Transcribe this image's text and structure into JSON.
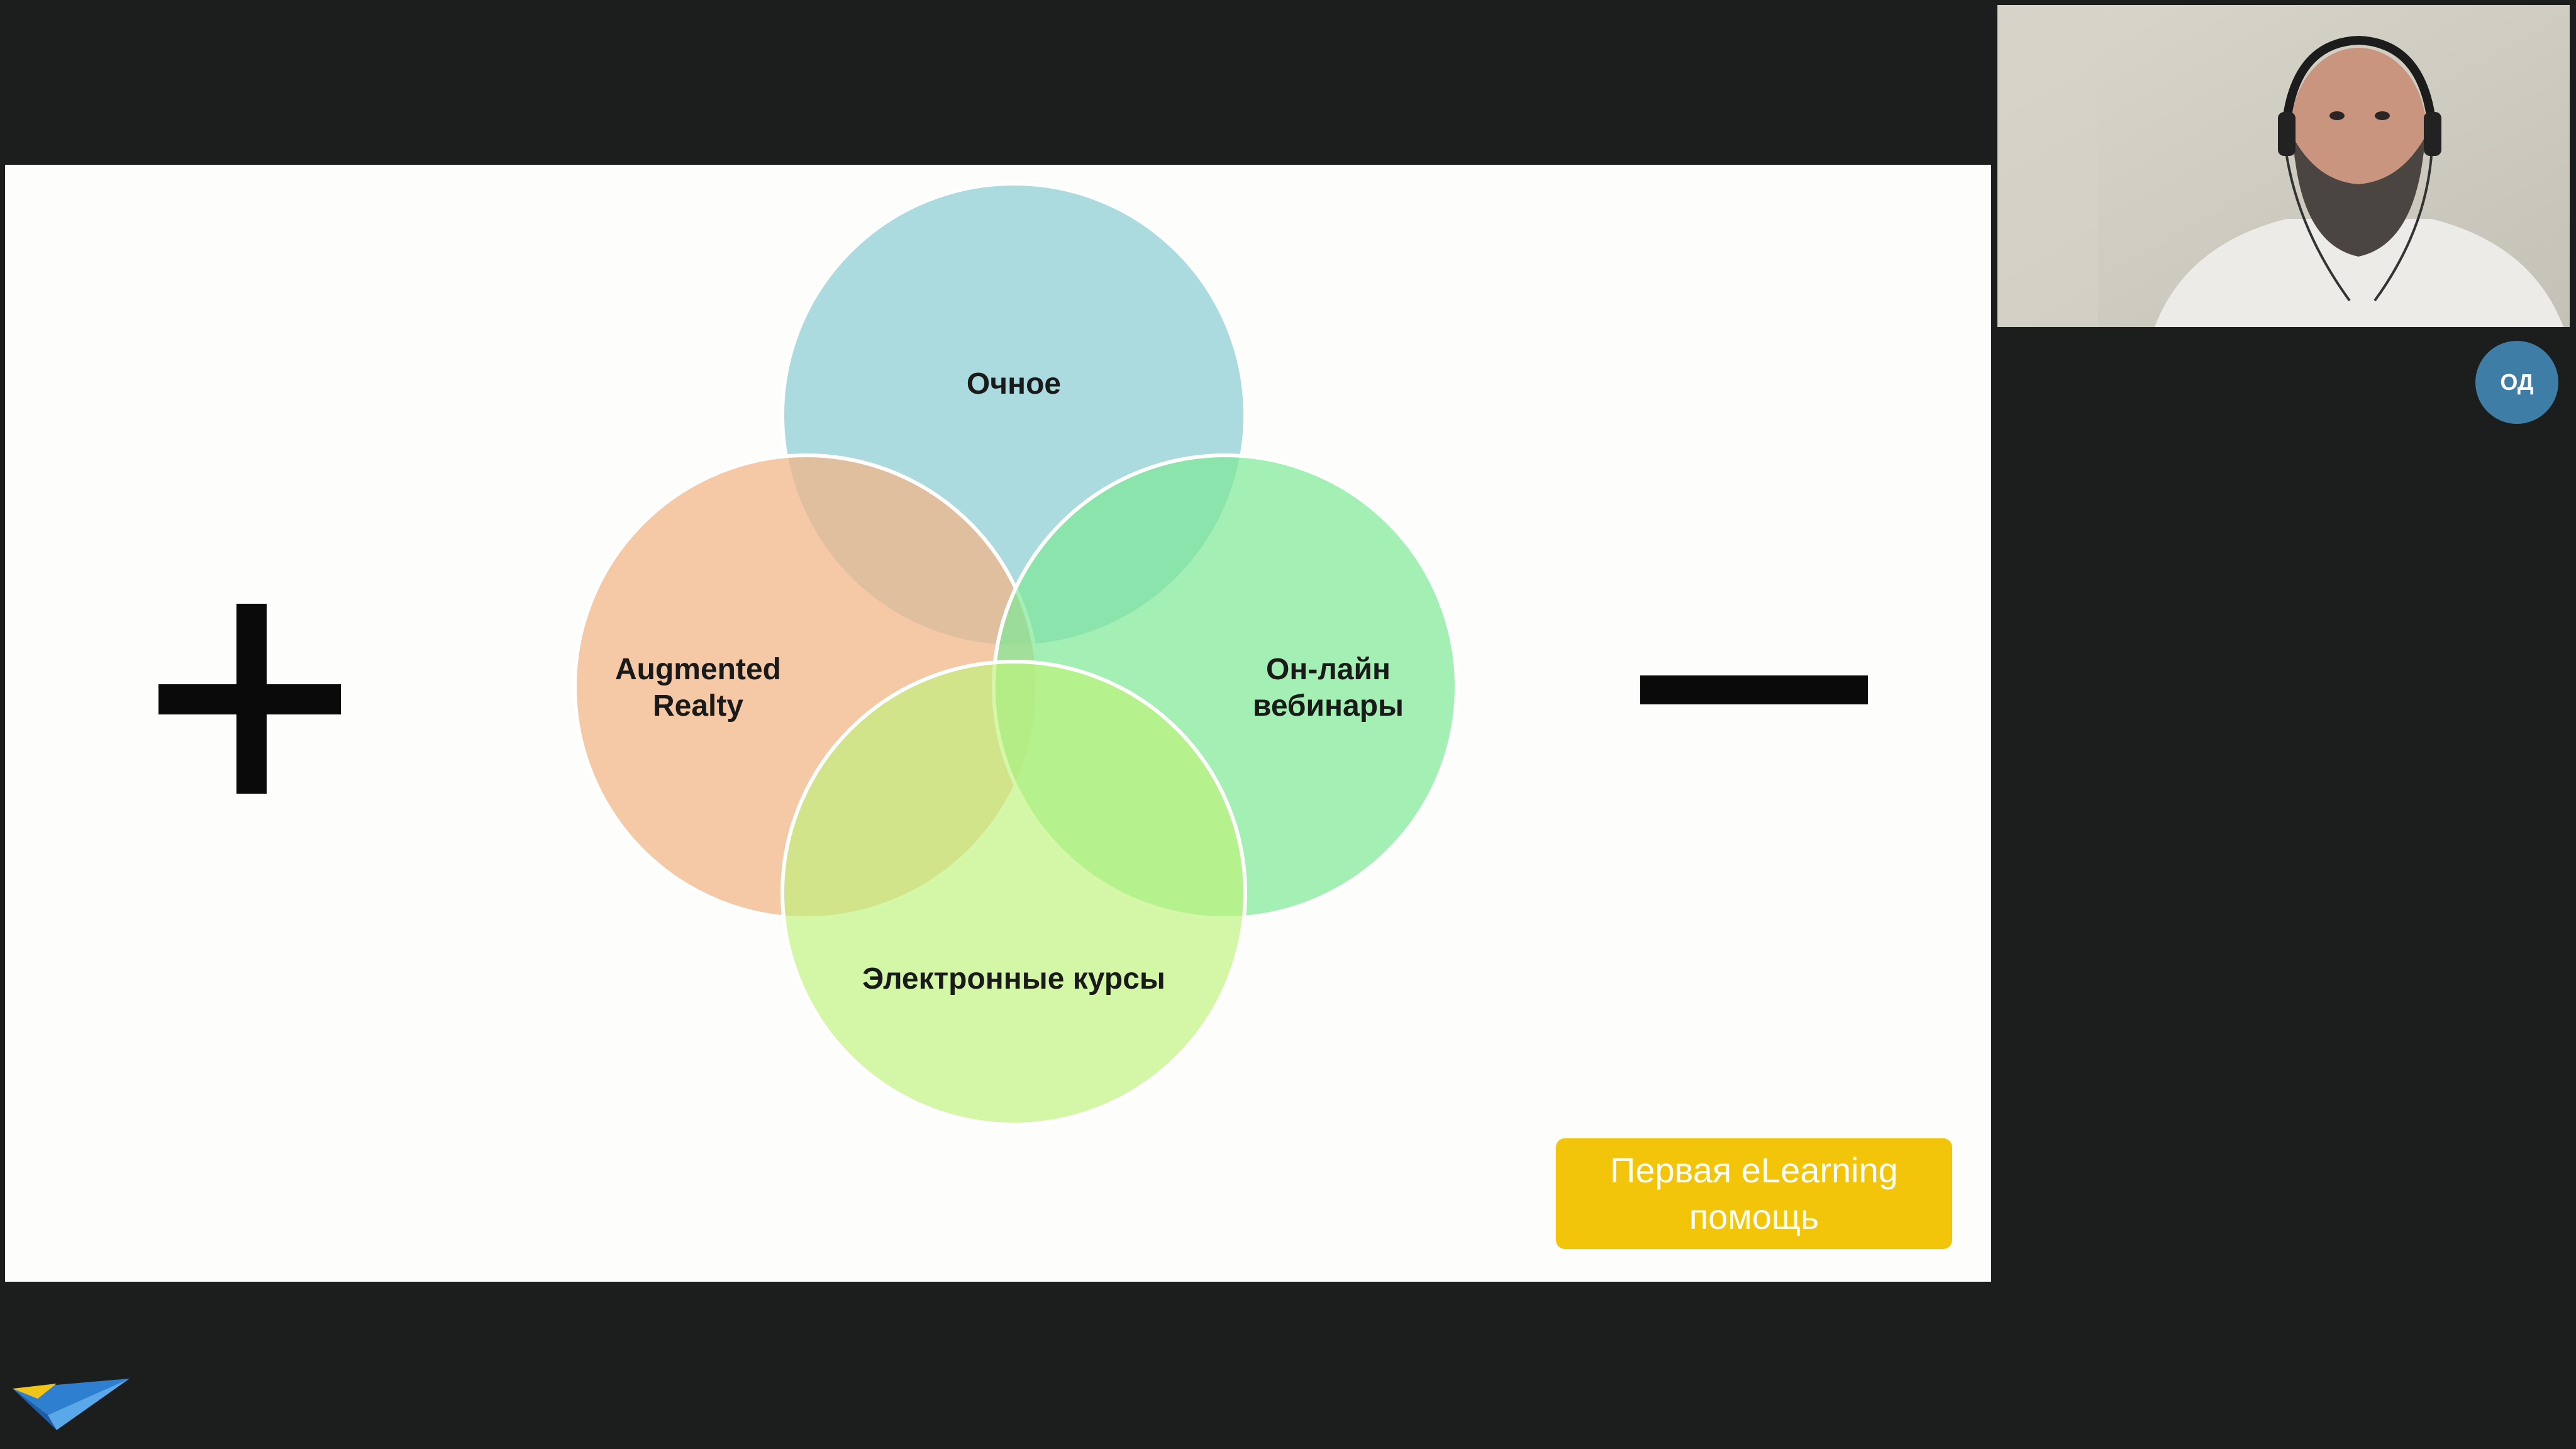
{
  "slide": {
    "plus_symbol": "+",
    "minus_symbol": "−",
    "venn": {
      "circles": [
        {
          "label_lines": [
            "Очное"
          ],
          "color": "#a6d8dd"
        },
        {
          "label_lines": [
            "Augmented",
            "Realty"
          ],
          "color": "#f2c4a0"
        },
        {
          "label_lines": [
            "Он-лайн",
            "вебинары"
          ],
          "color": "#a5efb7"
        },
        {
          "label_lines": [
            "Электронные курсы"
          ],
          "color": "#d5f7a2"
        }
      ]
    },
    "help_badge": {
      "line1": "Первая eLearning",
      "line2": "помощь",
      "color": "#f2c40a"
    }
  },
  "participant": {
    "initials": "ОД",
    "color": "#3e7ea6"
  },
  "logo": {
    "icon": "paper-plane-logo-icon"
  }
}
